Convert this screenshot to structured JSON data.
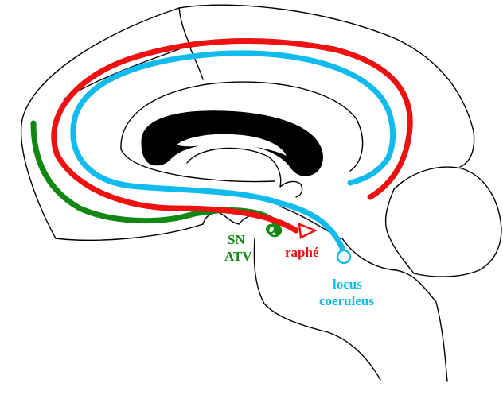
{
  "colors": {
    "background": "#ffffff",
    "outline": "#000000",
    "corpus_callosum": "#000000",
    "dopamine_pathway": "#118811",
    "serotonin_pathway": "#ee1111",
    "noradrenaline_pathway": "#11bbee"
  },
  "labels": {
    "sn": "SN",
    "atv": "ATV",
    "raphe": "raphé",
    "locus_line1": "locus",
    "locus_line2": "coeruleus"
  }
}
